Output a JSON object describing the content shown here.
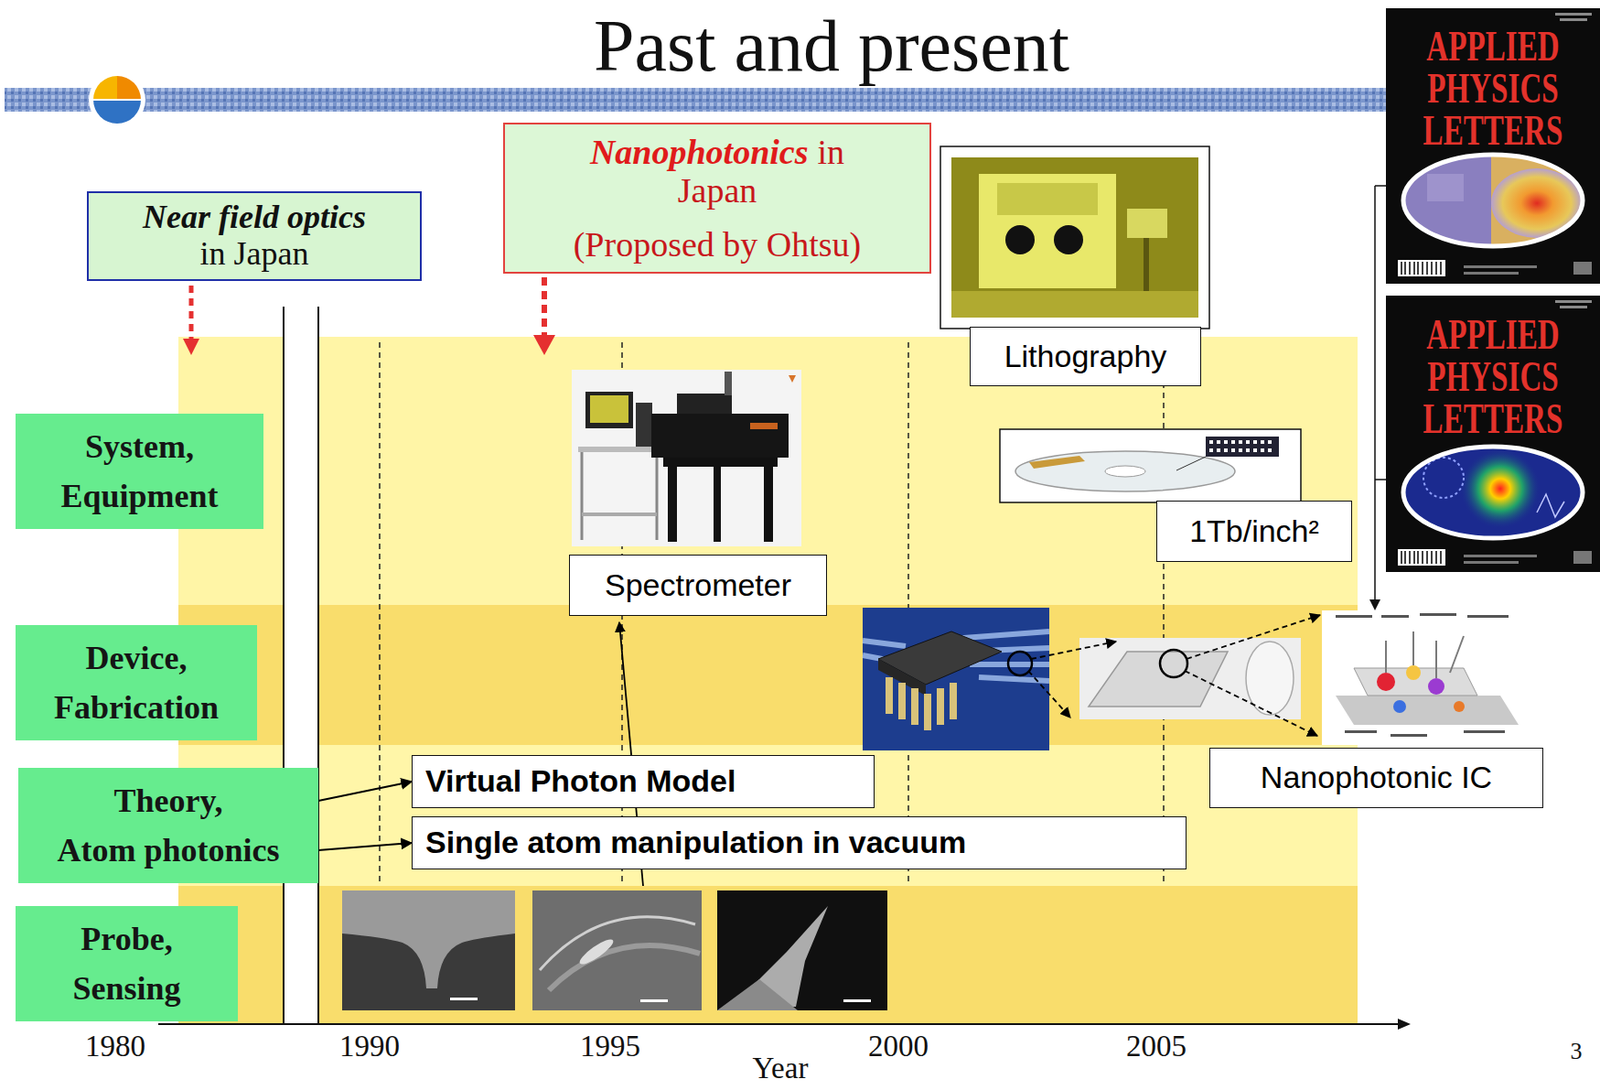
{
  "diagram": {
    "title": "Past and present",
    "nodes": [
      {
        "text": [
          "Near field optics",
          "in Japan"
        ]
      },
      {
        "text": [
          "Nanophotonics",
          "in Japan",
          "(Proposed by Ohtsu)"
        ]
      },
      {
        "text": [
          "Lithography"
        ]
      },
      {
        "text": [
          "System, Equipment"
        ]
      },
      {
        "text": [
          "Spectrometer"
        ]
      },
      {
        "text": [
          "1Tb/inch²"
        ]
      },
      {
        "text": [
          "Device, Fabrication"
        ]
      },
      {
        "text": [
          "Nanophotonic IC"
        ]
      },
      {
        "text": [
          "Theory,",
          "Atom photonics"
        ]
      },
      {
        "text": [
          "Virtual Photon Model"
        ]
      },
      {
        "text": [
          "Single atom manipulation in vacuum"
        ]
      },
      {
        "text": [
          "Probe, Sensing"
        ]
      }
    ],
    "edges": [
      {
        "from": 8,
        "to": 9,
        "arrow": "to"
      },
      {
        "from": 8,
        "to": 10,
        "arrow": "to"
      }
    ],
    "labels": [
      "APPLIED PHYSICS LETTERS",
      "APPLIED PHYSICS LETTERS",
      "1980",
      "1990",
      "1995",
      "2000",
      "2005",
      "Year",
      "3"
    ]
  }
}
